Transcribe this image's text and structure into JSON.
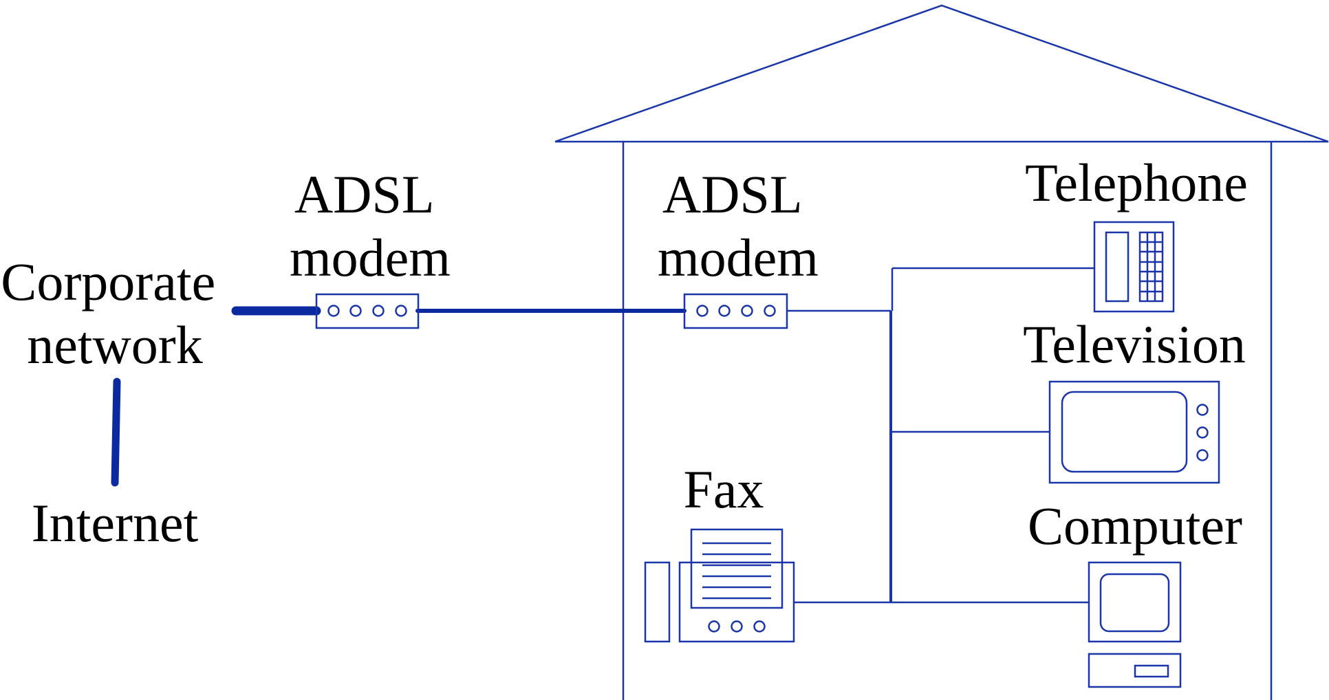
{
  "colors": {
    "line": "#1a35a8",
    "thick_line": "#0b2aa0",
    "text": "#000000",
    "background": "#ffffff"
  },
  "labels": {
    "corporate_network": [
      "Corporate",
      "network"
    ],
    "internet": "Internet",
    "adsl_modem_office": [
      "ADSL",
      "modem"
    ],
    "adsl_modem_home": [
      "ADSL",
      "modem"
    ],
    "telephone": "Telephone",
    "television": "Television",
    "fax": "Fax",
    "computer": "Computer"
  },
  "icons": {
    "modem": "modem-icon",
    "telephone": "telephone-icon",
    "television": "television-icon",
    "fax": "fax-icon",
    "computer": "computer-icon",
    "house": "house-outline"
  }
}
